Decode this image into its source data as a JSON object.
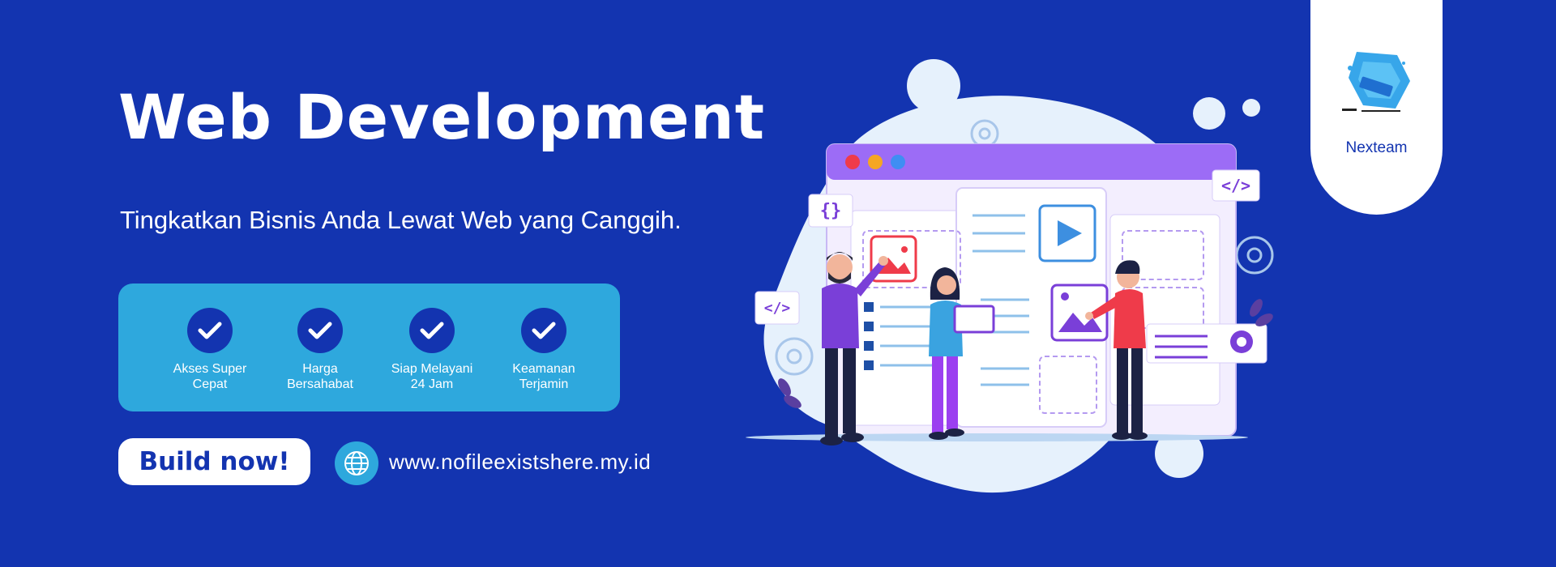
{
  "hero": {
    "title": "Web Development",
    "subtitle": "Tingkatkan Bisnis Anda Lewat Web yang Canggih."
  },
  "features": [
    {
      "label": "Akses Super\nCepat",
      "icon": "check-icon"
    },
    {
      "label": "Harga\nBersahabat",
      "icon": "check-icon"
    },
    {
      "label": "Siap Melayani\n24 Jam",
      "icon": "check-icon"
    },
    {
      "label": "Keamanan\nTerjamin",
      "icon": "check-icon"
    }
  ],
  "cta": {
    "label": "Build now!"
  },
  "website": {
    "url": "www.nofileexistshere.my.id",
    "icon": "globe-icon"
  },
  "brand": {
    "name": "Nexteam",
    "icon": "nexteam-logo"
  },
  "illustration": {
    "code_tag": "</>",
    "braces": "{}"
  },
  "colors": {
    "background": "#1334b0",
    "accent": "#2ea8dd",
    "white": "#ffffff",
    "purple": "#8e5cf5",
    "red": "#ef3b4a"
  }
}
